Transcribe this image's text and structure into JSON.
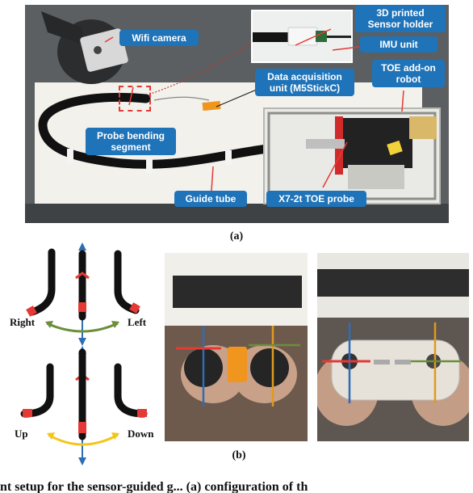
{
  "panel_a": {
    "callouts": {
      "wifi_camera": "Wifi camera",
      "sensor_holder_line1": "3D printed",
      "sensor_holder_line2": "Sensor holder",
      "imu_unit": "IMU unit",
      "data_acq_line1": "Data acquisition",
      "data_acq_line2": "unit (M5StickC)",
      "toe_robot_line1": "TOE add-on",
      "toe_robot_line2": "robot",
      "probe_bending_line1": "Probe bending",
      "probe_bending_line2": "segment",
      "guide_tube": "Guide tube",
      "toe_probe": "X7-2t TOE probe"
    },
    "caption": "(a)"
  },
  "panel_b": {
    "labels": {
      "right": "Right",
      "left": "Left",
      "up": "Up",
      "down": "Down"
    },
    "caption": "(b)"
  },
  "colors": {
    "callout_bg": "#1f73b8",
    "arrow_red": "#e53935",
    "arrow_blue": "#2f6db5",
    "arrow_green": "#6b8e3a",
    "arrow_yellow": "#f5c518",
    "arrow_orange": "#e09a1e"
  },
  "footer": {
    "cut_text": "nt setup for the sensor-guided g... (a) configuration of th"
  }
}
